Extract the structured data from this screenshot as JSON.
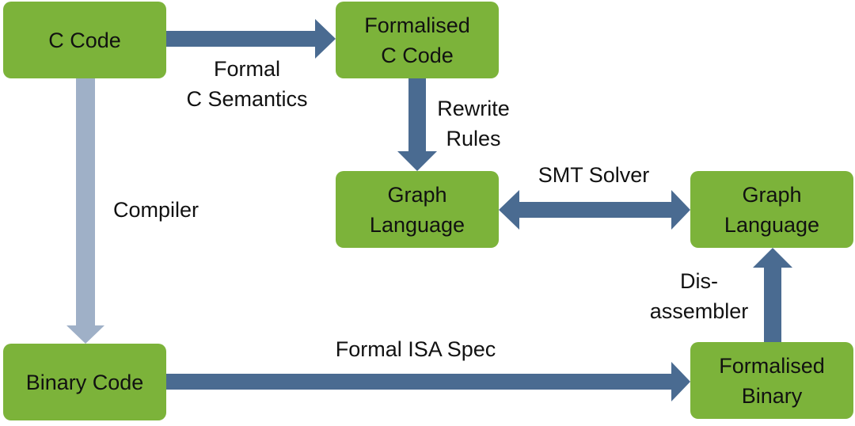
{
  "colors": {
    "node_fill": "#7cb33a",
    "arrow_dark": "#4a6b91",
    "arrow_light": "#9fb0c7",
    "text": "#111111"
  },
  "nodes": {
    "c_code": "C Code",
    "formalised_c_code": "Formalised\nC Code",
    "graph_language_left": "Graph\nLanguage",
    "graph_language_right": "Graph\nLanguage",
    "binary_code": "Binary Code",
    "formalised_binary": "Formalised\nBinary"
  },
  "edges": {
    "formal_c_semantics": "Formal\nC Semantics",
    "rewrite_rules": "Rewrite\nRules",
    "smt_solver": "SMT Solver",
    "compiler": "Compiler",
    "disassembler": "Dis-\nassembler",
    "formal_isa_spec": "Formal ISA Spec"
  }
}
